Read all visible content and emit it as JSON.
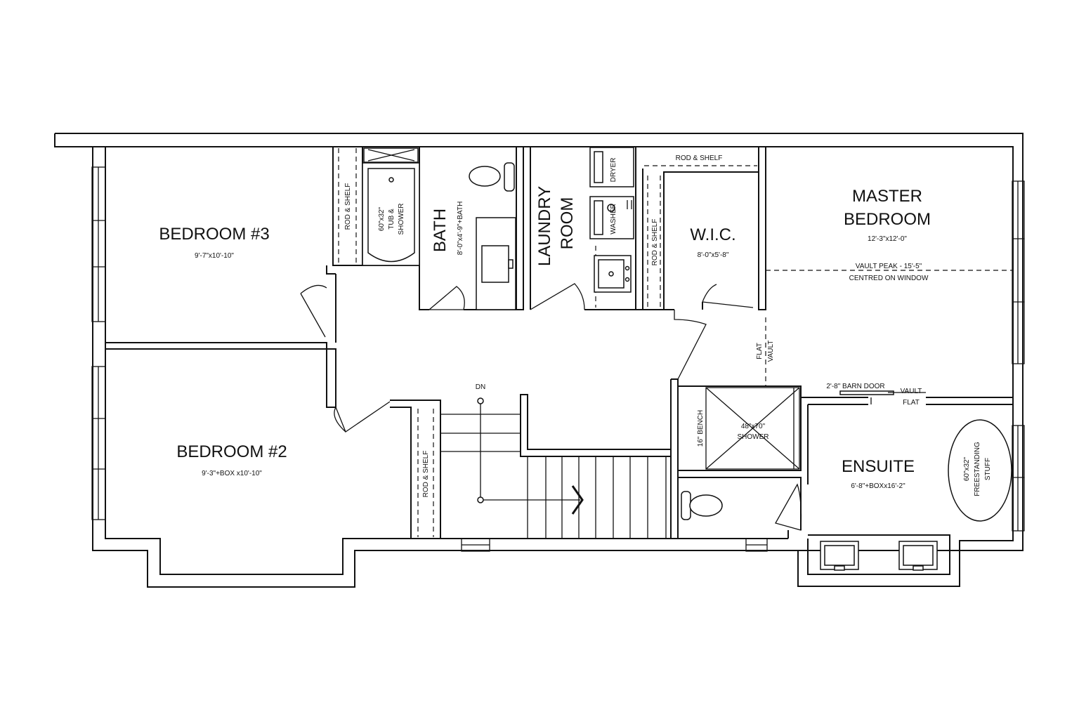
{
  "rooms": {
    "bedroom3": {
      "name": "BEDROOM #3",
      "size": "9'-7\"x10'-10\""
    },
    "bedroom2": {
      "name": "BEDROOM #2",
      "size": "9'-3\"+BOX x10'-10\""
    },
    "bath": {
      "name": "BATH",
      "size": "8'-0\"x4'-9\"+BATH"
    },
    "laundry": {
      "line1": "LAUNDRY",
      "line2": "ROOM"
    },
    "wic": {
      "name": "W.I.C.",
      "size": "8'-0\"x5'-8\""
    },
    "master": {
      "line1": "MASTER",
      "line2": "BEDROOM",
      "size": "12'-3\"x12'-0\""
    },
    "ensuite": {
      "name": "ENSUITE",
      "size": "6'-8\"+BOXx16'-2\""
    }
  },
  "labels": {
    "rod_shelf": "ROD & SHELF",
    "tub_line1": "60\"x32\"",
    "tub_line2": "TUB &",
    "tub_line3": "SHOWER",
    "dryer": "DRYER",
    "washer": "WASHER",
    "vault_peak": "VAULT PEAK - 15'-5\"",
    "centred": "CENTRED ON WINDOW",
    "flat": "FLAT",
    "vault": "VAULT",
    "barn_door": "2'-8\" BARN DOOR",
    "bench": "16\" BENCH",
    "shower_size": "48\"x70\"",
    "shower": "SHOWER",
    "freestanding1": "60\"x32\"",
    "freestanding2": "FREESTANDING",
    "freestanding3": "STUFF",
    "dn": "DN"
  }
}
